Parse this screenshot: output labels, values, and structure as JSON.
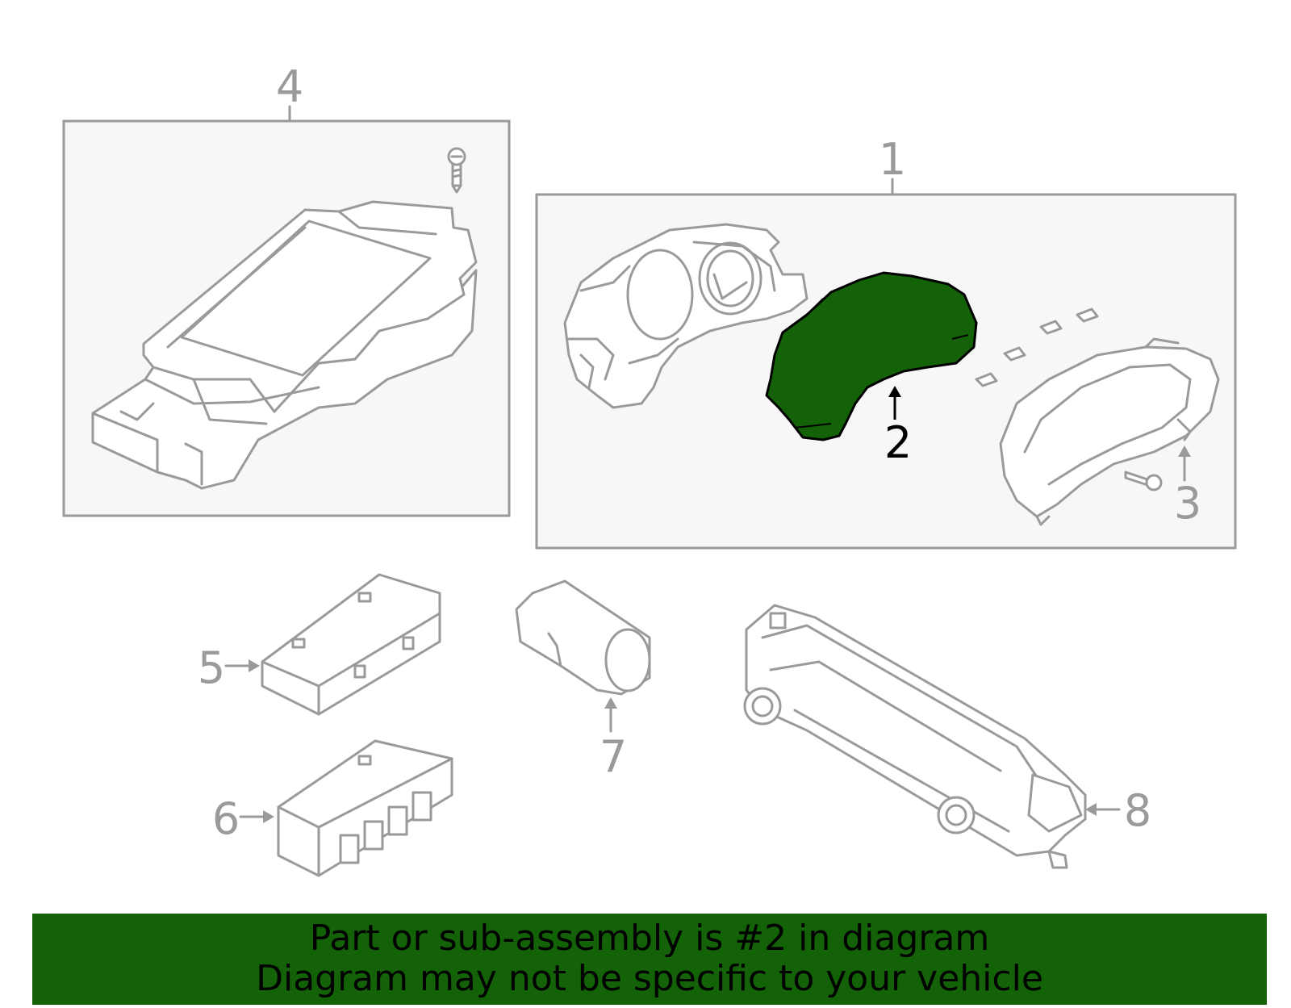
{
  "callouts": {
    "c1": "1",
    "c2": "2",
    "c3": "3",
    "c4": "4",
    "c5": "5",
    "c6": "6",
    "c7": "7",
    "c8": "8"
  },
  "banner": {
    "line1": "Part or sub-assembly is #2 in diagram",
    "line2": "Diagram may not be specific to your vehicle"
  },
  "colors": {
    "highlight": "#136207",
    "line": "#9a9a9a",
    "banner_bg": "#136207"
  }
}
